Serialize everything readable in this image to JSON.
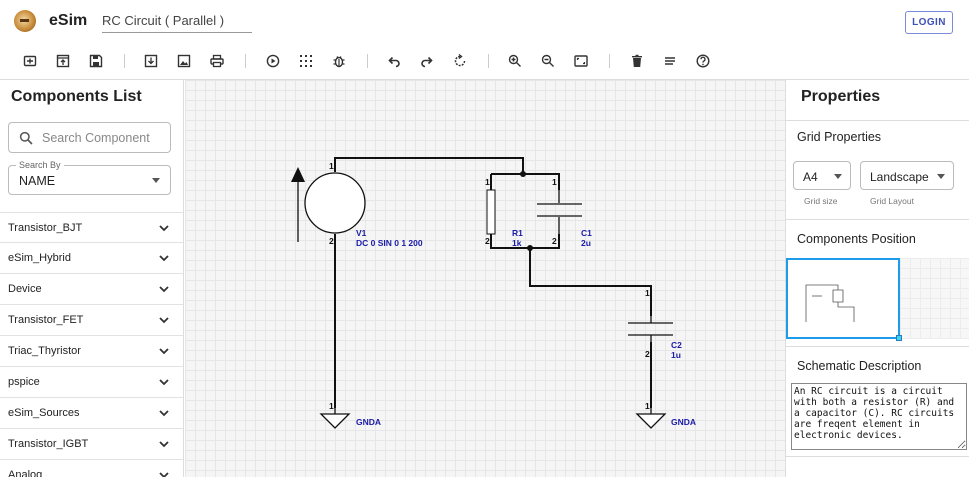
{
  "app": {
    "name": "eSim",
    "circuit_title": "RC Circuit ( Parallel )",
    "login_label": "LOGIN"
  },
  "toolbar": {
    "tools": [
      "new-file",
      "open-file",
      "save",
      "export",
      "image",
      "print",
      "simulate",
      "grid",
      "debug",
      "undo",
      "redo",
      "rotate",
      "zoom-in",
      "zoom-out",
      "fit",
      "delete",
      "clear",
      "help"
    ]
  },
  "components_panel": {
    "title": "Components List",
    "search_placeholder": "Search Component",
    "search_by_label": "Search By",
    "search_by_value": "NAME",
    "items": [
      "Transistor_BJT",
      "eSim_Hybrid",
      "Device",
      "Transistor_FET",
      "Triac_Thyristor",
      "pspice",
      "eSim_Sources",
      "Transistor_IGBT",
      "Analog"
    ]
  },
  "schematic": {
    "pins": {
      "one": "1",
      "two": "2"
    },
    "v1": {
      "name": "V1",
      "value": "DC 0 SIN 0 1 200"
    },
    "r1": {
      "name": "R1",
      "value": "1k"
    },
    "c1": {
      "name": "C1",
      "value": "2u"
    },
    "c2": {
      "name": "C2",
      "value": "1u"
    },
    "gnd1": "GNDA",
    "gnd2": "GNDA"
  },
  "properties": {
    "title": "Properties",
    "grid_title": "Grid Properties",
    "grid_size": "A4",
    "grid_size_caption": "Grid size",
    "grid_layout": "Landscape",
    "grid_layout_caption": "Grid Layout",
    "position_title": "Components Position",
    "description_title": "Schematic Description",
    "description": "An RC circuit is a circuit with both a resistor (R) and a capacitor (C). RC circuits are freqent element in electronic devices."
  },
  "colors": {
    "label_blue": "#1a1aa8",
    "accent": "#3f51b5",
    "minimap_border": "#1e9be9"
  }
}
